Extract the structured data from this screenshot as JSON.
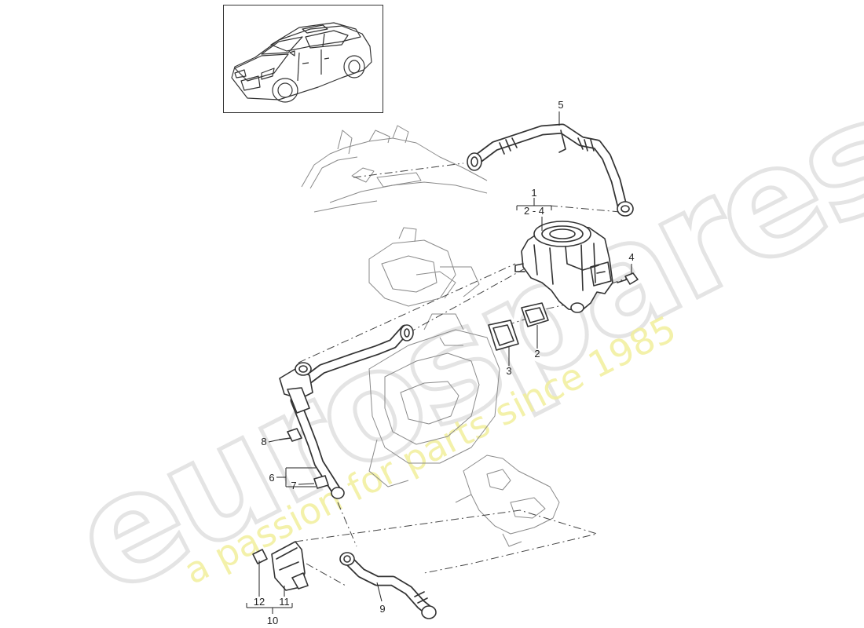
{
  "watermark": {
    "brand": "eurospares",
    "tagline": "a passion for parts since 1985"
  },
  "callouts": {
    "c1": "1",
    "c1_range": "2 - 4",
    "c2": "2",
    "c3": "3",
    "c4": "4",
    "c5": "5",
    "c6": "6",
    "c7": "7",
    "c8": "8",
    "c9": "9",
    "c10": "10",
    "c11": "11",
    "c12": "12"
  },
  "thumbnail": {
    "icon": "suv-car-icon"
  }
}
